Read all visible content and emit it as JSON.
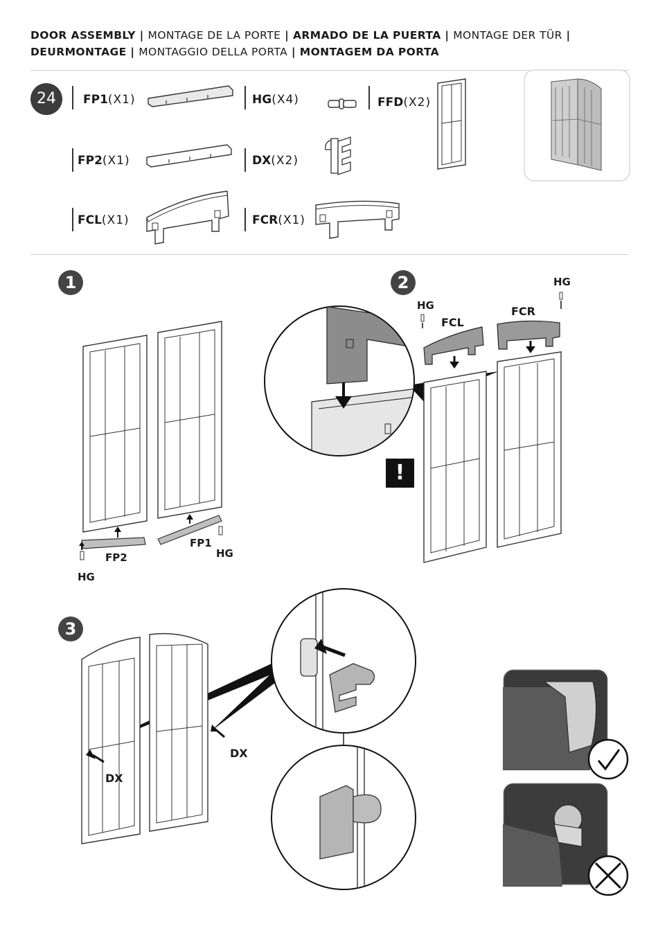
{
  "header": {
    "line1": [
      {
        "text": "DOOR ASSEMBLY",
        "bold": true
      },
      {
        "text": " | ",
        "bold": true
      },
      {
        "text": "MONTAGE DE LA PORTE",
        "bold": false
      },
      {
        "text": " | ",
        "bold": true
      },
      {
        "text": "ARMADO DE LA PUERTA",
        "bold": true
      },
      {
        "text": " | ",
        "bold": true
      },
      {
        "text": "MONTAGE DER TÜR",
        "bold": false
      },
      {
        "text": " |",
        "bold": true
      }
    ],
    "line2": [
      {
        "text": "DEURMONTAGE",
        "bold": true
      },
      {
        "text": " | ",
        "bold": true
      },
      {
        "text": "MONTAGGIO DELLA PORTA",
        "bold": false
      },
      {
        "text": " | ",
        "bold": true
      },
      {
        "text": "MONTAGEM DA PORTA",
        "bold": true
      }
    ]
  },
  "step_number": "24",
  "parts": {
    "fp1": {
      "code": "FP1",
      "qty": "(X1)"
    },
    "hg": {
      "code": "HG",
      "qty": "(X4)"
    },
    "ffd": {
      "code": "FFD",
      "qty": "(X2)"
    },
    "fp2": {
      "code": "FP2",
      "qty": "(X1)"
    },
    "dx": {
      "code": "DX",
      "qty": "(X2)"
    },
    "fcl": {
      "code": "FCL",
      "qty": "(X1)"
    },
    "fcr": {
      "code": "FCR",
      "qty": "(X1)"
    }
  },
  "steps": {
    "s1": {
      "number": "1",
      "labels": {
        "fp2": "FP2",
        "fp1": "FP1",
        "hg_left": "HG",
        "hg_right": "HG"
      }
    },
    "s2": {
      "number": "2",
      "labels": {
        "hg_left": "HG",
        "fcl": "FCL",
        "fcr": "FCR",
        "hg_right": "HG"
      },
      "warning": "!"
    },
    "s3": {
      "number": "3",
      "labels": {
        "dx_left": "DX",
        "dx_right": "DX"
      }
    }
  }
}
